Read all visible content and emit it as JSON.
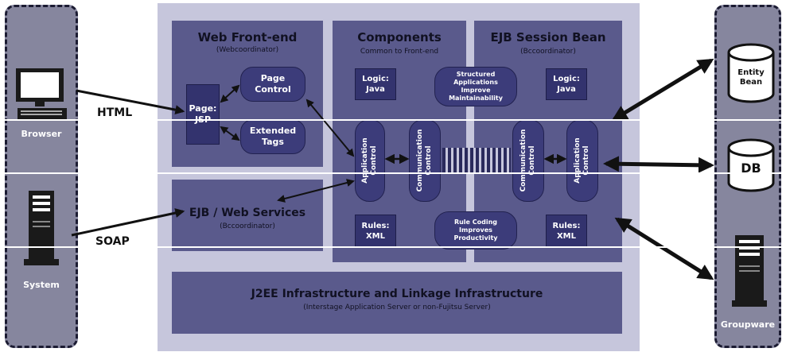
{
  "left_column": {
    "browser_label": "Browser",
    "system_label": "System"
  },
  "right_column": {
    "entity_bean_label": "Entity Bean",
    "db_label": "DB",
    "groupware_label": "Groupware"
  },
  "protocols": {
    "html": "HTML",
    "soap": "SOAP"
  },
  "web_frontend": {
    "title": "Web Front-end",
    "subtitle": "(Webcoordinator)",
    "page_jsp": "Page: JSP",
    "page_control": "Page Control",
    "extended_tags": "Extended Tags"
  },
  "ejb_web_services": {
    "title": "EJB / Web Services",
    "subtitle": "(Bccoordinator)"
  },
  "components": {
    "title": "Components",
    "subtitle": "Common to Front-end",
    "logic_java": "Logic: Java",
    "application_control": "Application Control",
    "communication_control": "Communication Control",
    "rules_xml": "Rules: XML",
    "structured_note": "Structured Applications Improve Maintainability",
    "rule_coding_note": "Rule Coding Improves Productivity"
  },
  "ejb_session_bean": {
    "title": "EJB Session Bean",
    "subtitle": "(Bccoordinator)",
    "logic_java": "Logic: Java",
    "application_control": "Application Control",
    "communication_control": "Communication Control",
    "rules_xml": "Rules: XML"
  },
  "infrastructure": {
    "title": "J2EE Infrastructure and Linkage Infrastructure",
    "subtitle": "(Interstage Application Server or non-Fujitsu Server)"
  },
  "colors": {
    "panel": "#5a5a8c",
    "main_bg": "#c6c6dc",
    "box": "#3c3c7a",
    "side": "#86869e"
  }
}
